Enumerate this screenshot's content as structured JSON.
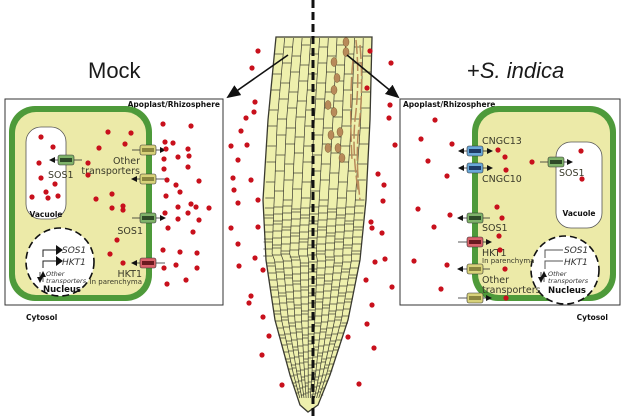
{
  "colors": {
    "cell_wall": "#4e9a3a",
    "cytosol": "#eceaa8",
    "ion": "#c8101c",
    "root_fill": "#eef0ad",
    "root_line": "#3a3a30",
    "fungus": "#b88a5a",
    "transporter_other": "#d8d27a",
    "transporter_sos1": "#7fb36a",
    "transporter_hkt1": "#d9626a",
    "transporter_cngc": "#6aa8d8"
  },
  "panels": {
    "mock": {
      "title": "Mock",
      "apoplast_label": "Apoplast/Rhizosphere",
      "cytosol_label": "Cytosol",
      "vacuole_label": "Vacuole",
      "nucleus_label": "Nucleus",
      "vacuole_transporter": "SOS1",
      "membrane_transporters": [
        {
          "name": "Other transporters",
          "type": "other",
          "direction": "out"
        },
        {
          "name": "Other transporters",
          "type": "other",
          "direction": "in"
        },
        {
          "name": "SOS1",
          "type": "sos1",
          "direction": "out"
        },
        {
          "name": "HKT1",
          "subtitle": "In parenchyma",
          "type": "hkt1",
          "direction": "in"
        }
      ],
      "gene_expression": [
        {
          "gene": "SOS1",
          "state": "expressed"
        },
        {
          "gene": "HKT1",
          "state": "expressed"
        },
        {
          "gene": "Other transporters",
          "state": "up/down regulated"
        }
      ],
      "labels": {
        "other_transporters_line1": "Other",
        "other_transporters_line2": "transporters",
        "sos1": "SOS1",
        "hkt1": "HKT1",
        "hkt1_sub": "In parenchyma",
        "gene_sos1": "SOS1",
        "gene_hkt1": "HKT1",
        "gene_other1": "Other",
        "gene_other2": "transporters"
      }
    },
    "indica": {
      "title": "+S. indica",
      "apoplast_label": "Apoplast/Rhizosphere",
      "cytosol_label": "Cytosol",
      "vacuole_label": "Vacuole",
      "nucleus_label": "Nucleus",
      "vacuole_transporter": "SOS1",
      "membrane_transporters": [
        {
          "name": "CNGC13",
          "type": "cngc",
          "direction": "both"
        },
        {
          "name": "CNGC10",
          "type": "cngc",
          "direction": "both"
        },
        {
          "name": "SOS1",
          "type": "sos1",
          "direction": "out"
        },
        {
          "name": "HKT1",
          "subtitle": "In parenchyma",
          "type": "hkt1",
          "direction": "in"
        },
        {
          "name": "Other transporters",
          "type": "other",
          "direction": "out"
        },
        {
          "name": "Other transporters",
          "type": "other",
          "direction": "in"
        }
      ],
      "gene_expression": [
        {
          "gene": "SOS1",
          "state": "repressed"
        },
        {
          "gene": "HKT1",
          "state": "repressed"
        },
        {
          "gene": "Other transporters",
          "state": "up/down regulated"
        }
      ],
      "labels": {
        "cngc13": "CNGC13",
        "cngc10": "CNGC10",
        "sos1": "SOS1",
        "hkt1": "HKT1",
        "hkt1_sub": "In parenchyma",
        "other_transporters_line1": "Other",
        "other_transporters_line2": "transporters",
        "gene_sos1": "SOS1",
        "gene_hkt1": "HKT1",
        "gene_other1": "Other",
        "gene_other2": "transporters"
      }
    }
  },
  "title_prefix": "+",
  "title_species": "S. indica"
}
